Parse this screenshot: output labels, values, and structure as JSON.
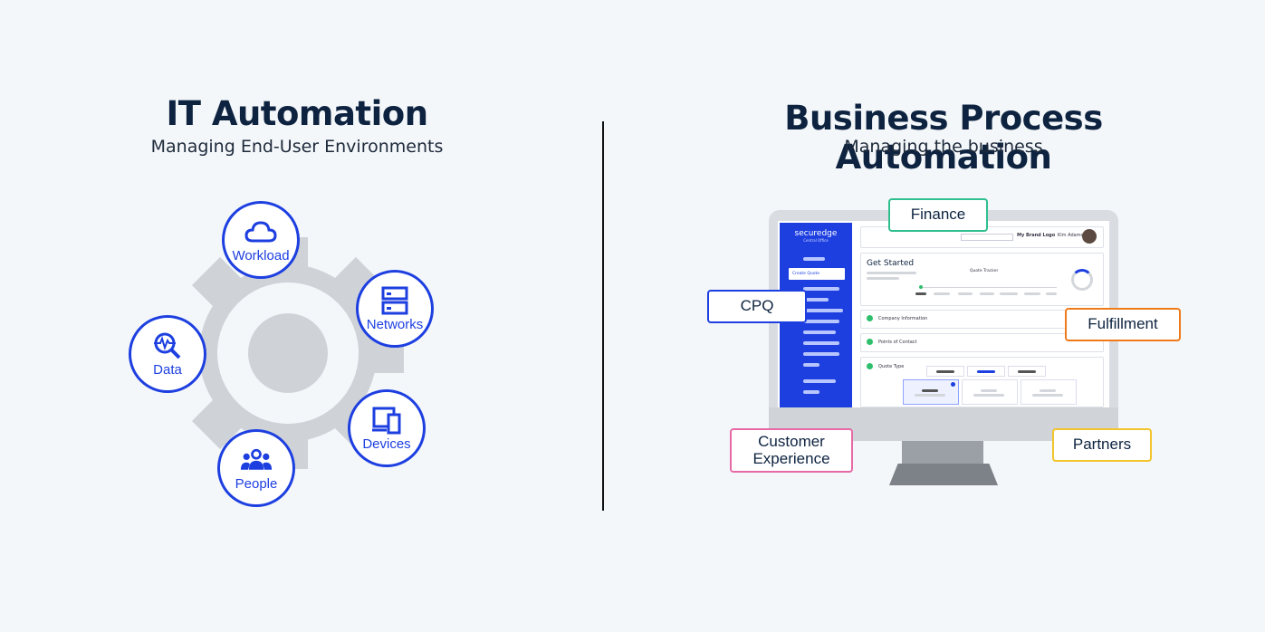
{
  "left": {
    "title": "IT Automation",
    "subtitle": "Managing End-User Environments",
    "nodes": {
      "workload": "Workload",
      "networks": "Networks",
      "data": "Data",
      "devices": "Devices",
      "people": "People"
    }
  },
  "right": {
    "title": "Business Process Automation",
    "subtitle": "Managing the business",
    "tags": {
      "finance": "Finance",
      "cpq": "CPQ",
      "fulfillment": "Fulfillment",
      "customer_experience_1": "Customer",
      "customer_experience_2": "Experience",
      "partners": "Partners"
    },
    "screen": {
      "brand": "securedge",
      "brand_sub": "Central Office",
      "create_quote": "Create Quote",
      "header_logo": "My Brand Logo",
      "header_user": "Kim Adams",
      "get_started": "Get Started",
      "quote_tracker": "Quote Tracker",
      "step_company": "Company Information",
      "step_contact": "Points of Contact",
      "step_quote_type": "Quote Type"
    }
  },
  "colors": {
    "accent": "#1d3fe0",
    "finance": "#2fbf8f",
    "cpq": "#1d3fe0",
    "fulfillment": "#f07a1a",
    "customer_experience": "#e66aa6",
    "partners": "#f2c42c"
  }
}
